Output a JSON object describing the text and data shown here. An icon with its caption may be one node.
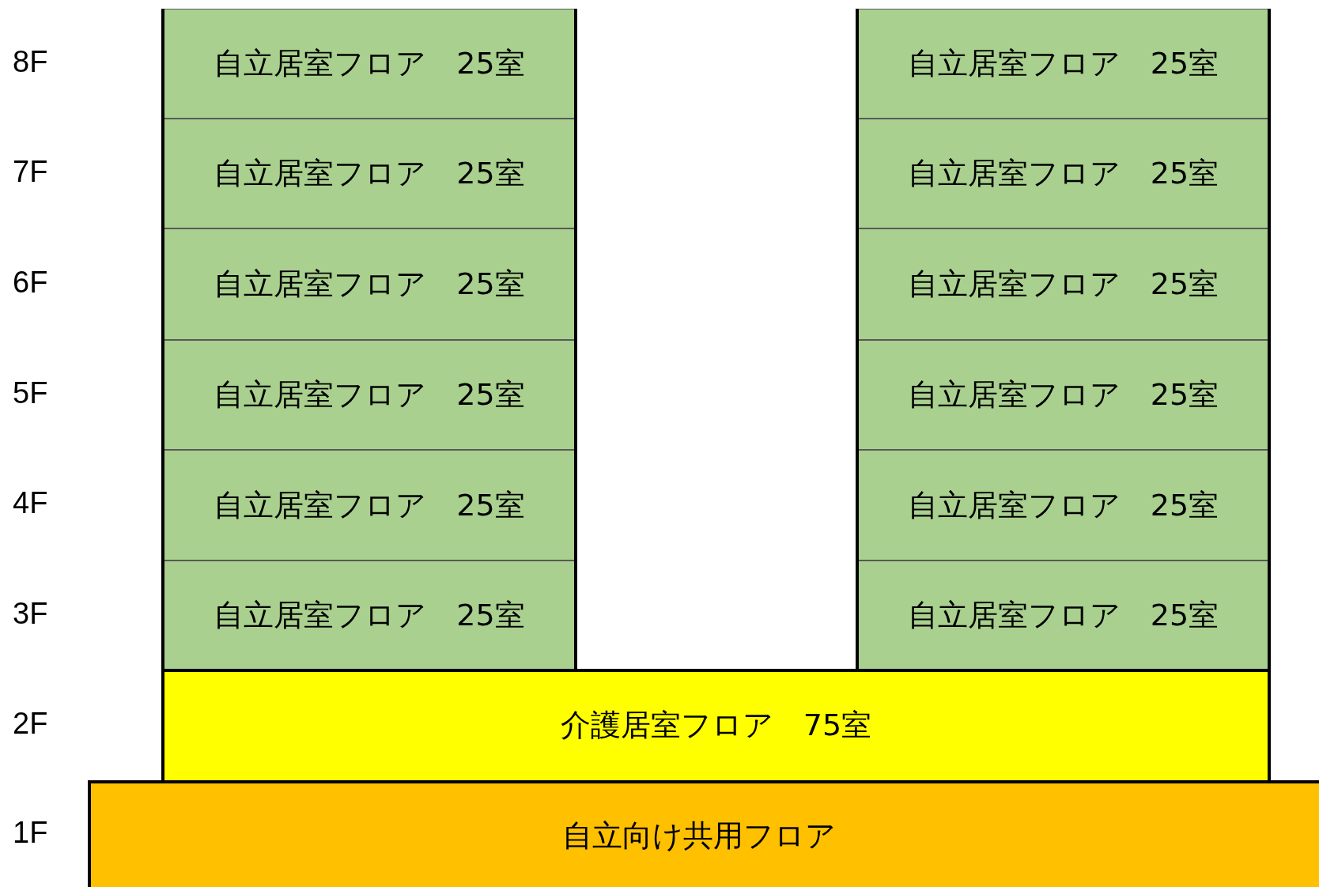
{
  "diagram": {
    "nodes": [
      {
        "text": [
          "自立居室フロア　25室"
        ]
      },
      {
        "text": [
          "自立居室フロア　25室"
        ]
      },
      {
        "text": [
          "自立居室フロア　25室"
        ]
      },
      {
        "text": [
          "自立居室フロア　25室"
        ]
      },
      {
        "text": [
          "自立居室フロア　25室"
        ]
      },
      {
        "text": [
          "自立居室フロア　25室"
        ]
      },
      {
        "text": [
          "自立居室フロア　25室"
        ]
      },
      {
        "text": [
          "自立居室フロア　25室"
        ]
      },
      {
        "text": [
          "自立居室フロア　25室"
        ]
      },
      {
        "text": [
          "自立居室フロア　25室"
        ]
      },
      {
        "text": [
          "自立居室フロア　25室"
        ]
      },
      {
        "text": [
          "自立居室フロア　25室"
        ]
      },
      {
        "text": [
          "介護居室フロア　75室"
        ]
      },
      {
        "text": [
          "自立向け共用フロア"
        ]
      }
    ],
    "labels": [
      "8F",
      "7F",
      "6F",
      "5F",
      "4F",
      "3F",
      "2F",
      "1F"
    ]
  }
}
